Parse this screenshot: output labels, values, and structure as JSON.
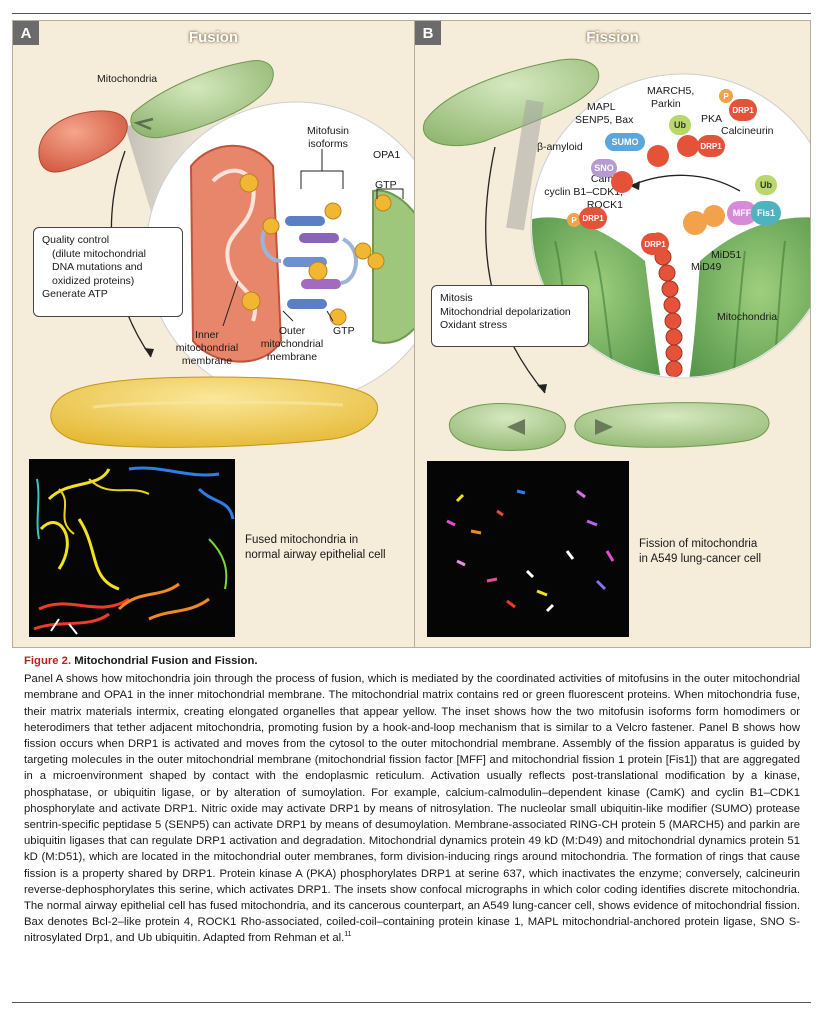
{
  "panel_a": {
    "letter": "A",
    "title": "Fusion",
    "labels": {
      "mitochondria": "Mitochondria",
      "mitofusin": "Mitofusin isoforms",
      "opa1": "OPA1",
      "gtp_top": "GTP",
      "gtp_bottom": "GTP",
      "inner_membrane": "Inner mitochondrial membrane",
      "outer_membrane": "Outer mitochondrial membrane"
    },
    "info_box": {
      "line1": "Quality control",
      "line2": "(dilute mitochondrial",
      "line3": "DNA mutations and",
      "line4": "oxidized proteins)",
      "line5": "Generate ATP"
    },
    "micrograph_caption_1": "Fused mitochondria in",
    "micrograph_caption_2": "normal airway epithelial cell"
  },
  "panel_b": {
    "letter": "B",
    "title": "Fission",
    "labels": {
      "march5": "MARCH5,",
      "parkin": "Parkin",
      "mapl": "MAPL",
      "senp5": "SENP5, Bax",
      "beta_amyloid": "β-amyloid",
      "camk": "CamK,",
      "cyclin": "cyclin B1–CDK1,",
      "rock1": "ROCK1",
      "pka": "PKA",
      "calcineurin": "Calcineurin",
      "mitochondria": "Mitochondria",
      "mid49": "MiD49",
      "mid51": "MiD51"
    },
    "badges": {
      "sumo": "SUMO",
      "sno": "SNO",
      "ub_top": "Ub",
      "ub_right": "Ub",
      "p_top": "P",
      "p_left": "P",
      "drp1_top": "DRP1",
      "drp1_mid": "DRP1",
      "drp1_left": "DRP1",
      "drp1_center": "DRP1",
      "mff": "MFF",
      "fis1": "Fis1"
    },
    "info_box": {
      "line1": "Mitosis",
      "line2": "Mitochondrial depolarization",
      "line3": "Oxidant stress"
    },
    "micrograph_caption_1": "Fission of mitochondria",
    "micrograph_caption_2": "in A549 lung-cancer cell"
  },
  "caption": {
    "figure_number": "Figure 2.",
    "figure_title": "Mitochondrial Fusion and Fission.",
    "body": "Panel A shows how mitochondria join through the process of fusion, which is mediated by the coordinated activities of mitofusins in the outer mitochondrial membrane and OPA1 in the inner mitochondrial membrane. The mitochondrial matrix contains red or green fluorescent proteins. When mitochondria fuse, their matrix materials intermix, creating elongated organelles that appear yellow. The inset shows how the two mitofusin isoforms form homodimers or heterodimers that tether adjacent mitochondria, promoting fusion by a hook-and-loop mechanism that is similar to a Velcro fastener. Panel B shows how fission occurs when DRP1 is activated and moves from the cytosol to the outer mitochondrial membrane. Assembly of the fission apparatus is guided by targeting molecules in the outer mitochondrial membrane (mitochondrial fission factor [MFF] and mitochondrial fission 1 protein [Fis1]) that are aggregated in a microenvironment shaped by contact with the endoplasmic reticulum. Activation usually reflects post-translational modification by a kinase, phosphatase, or ubiquitin ligase, or by alteration of sumoylation. For example, calcium-calmodulin–dependent kinase (CamK) and cyclin B1–CDK1 phosphorylate and activate DRP1. Nitric oxide may activate DRP1 by means of nitrosylation. The nucleolar small ubiquitin-like modifier (SUMO) protease sentrin-specific peptidase 5 (SENP5) can activate DRP1 by means of desumoylation. Membrane-associated RING-CH protein 5 (MARCH5) and parkin are ubiquitin ligases that can regulate DRP1 activation and degradation. Mitochondrial dynamics protein 49 kD (M:D49) and mitochondrial dynamics protein 51 kD (M:D51), which are located in the mitochondrial outer membranes, form division-inducing rings around mitochondria. The formation of rings that cause fission is a property shared by DRP1. Protein kinase A (PKA) phosphorylates DRP1 at serine 637, which inactivates the enzyme; conversely, calcineurin reverse-dephosphorylates this serine, which activates DRP1. The insets show confocal micrographs in which color coding identifies discrete mitochondria. The normal airway epithelial cell has fused mitochondria, and its cancerous counterpart, an A549 lung-cancer cell, shows evidence of mitochondrial fission. Bax denotes Bcl-2–like protein 4, ROCK1 Rho-associated, coiled-coil–containing protein kinase 1, MAPL mitochondrial-anchored protein ligase, SNO S-nitrosylated Drp1, and Ub ubiquitin. Adapted from Rehman et al.",
    "reference": "11"
  },
  "colors": {
    "panel_bg": "#f5ecd9",
    "mito_red": "#e0725a",
    "mito_green": "#a9c98c",
    "mito_yellow": "#f3cf4e",
    "drp1_red": "#e5523a",
    "figure_number_red": "#b3261e"
  }
}
